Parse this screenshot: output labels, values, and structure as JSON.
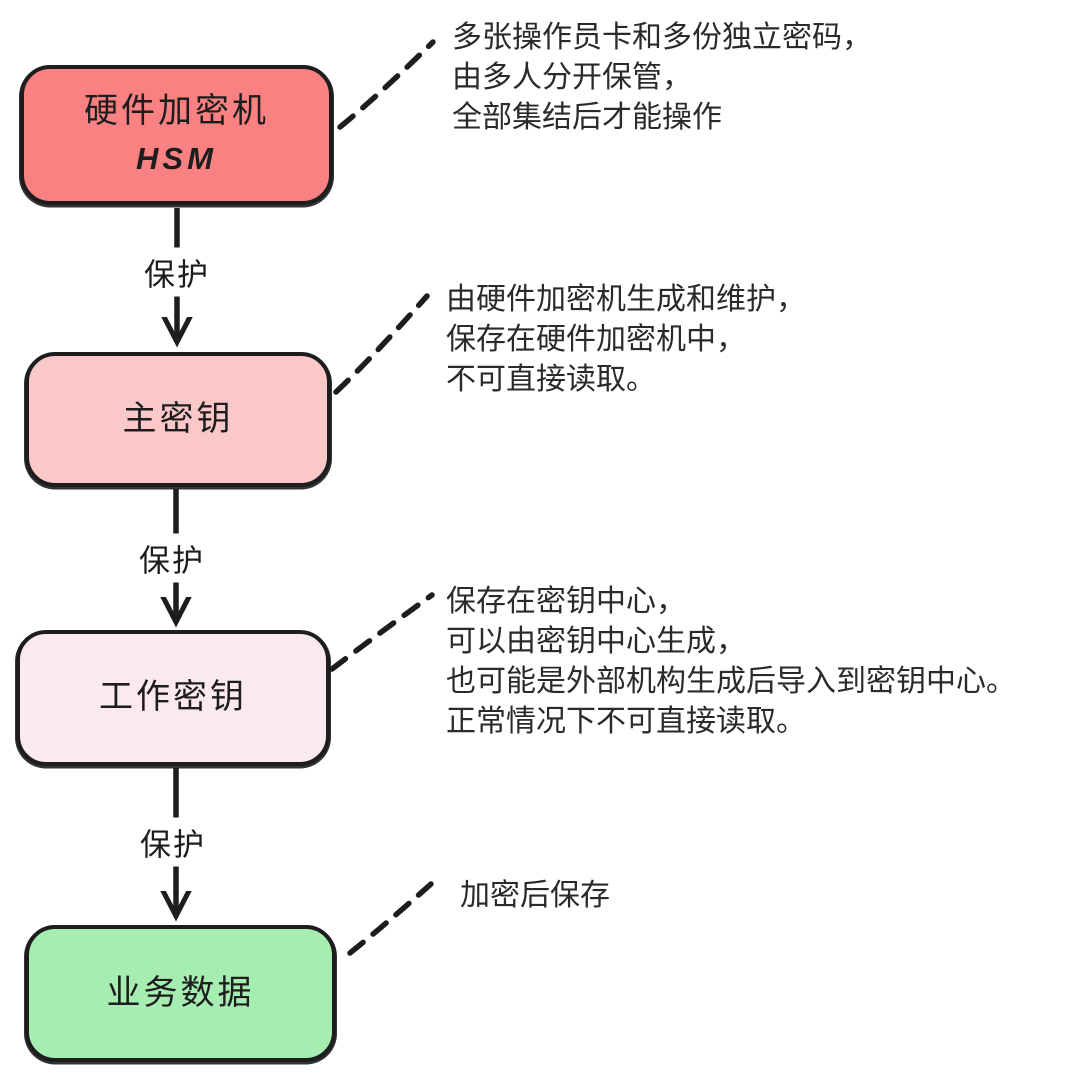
{
  "diagram": {
    "title_none": "",
    "ink_color": "#1d1d1d",
    "background_color": "#ffffff",
    "nodes": [
      {
        "id": "hsm",
        "label": "硬件加密机",
        "sublabel": "HSM",
        "fill": "#f98181",
        "annotation": [
          "多张操作员卡和多份独立密码，",
          "由多人分开保管，",
          "全部集结后才能操作"
        ]
      },
      {
        "id": "master-key",
        "label": "主密钥",
        "sublabel": "",
        "fill": "#fbc8ca",
        "annotation": [
          "由硬件加密机生成和维护，",
          "保存在硬件加密机中，",
          "不可直接读取。"
        ]
      },
      {
        "id": "working-key",
        "label": "工作密钥",
        "sublabel": "",
        "fill": "#fbe9ed",
        "annotation": [
          "保存在密钥中心，",
          "可以由密钥中心生成，",
          "也可能是外部机构生成后导入到密钥中心。",
          "正常情况下不可直接读取。"
        ]
      },
      {
        "id": "business-data",
        "label": "业务数据",
        "sublabel": "",
        "fill": "#a5edb1",
        "annotation": [
          "加密后保存"
        ]
      }
    ],
    "edges": [
      {
        "from": "hsm",
        "to": "master-key",
        "label": "保护"
      },
      {
        "from": "master-key",
        "to": "working-key",
        "label": "保护"
      },
      {
        "from": "working-key",
        "to": "business-data",
        "label": "保护"
      }
    ]
  }
}
